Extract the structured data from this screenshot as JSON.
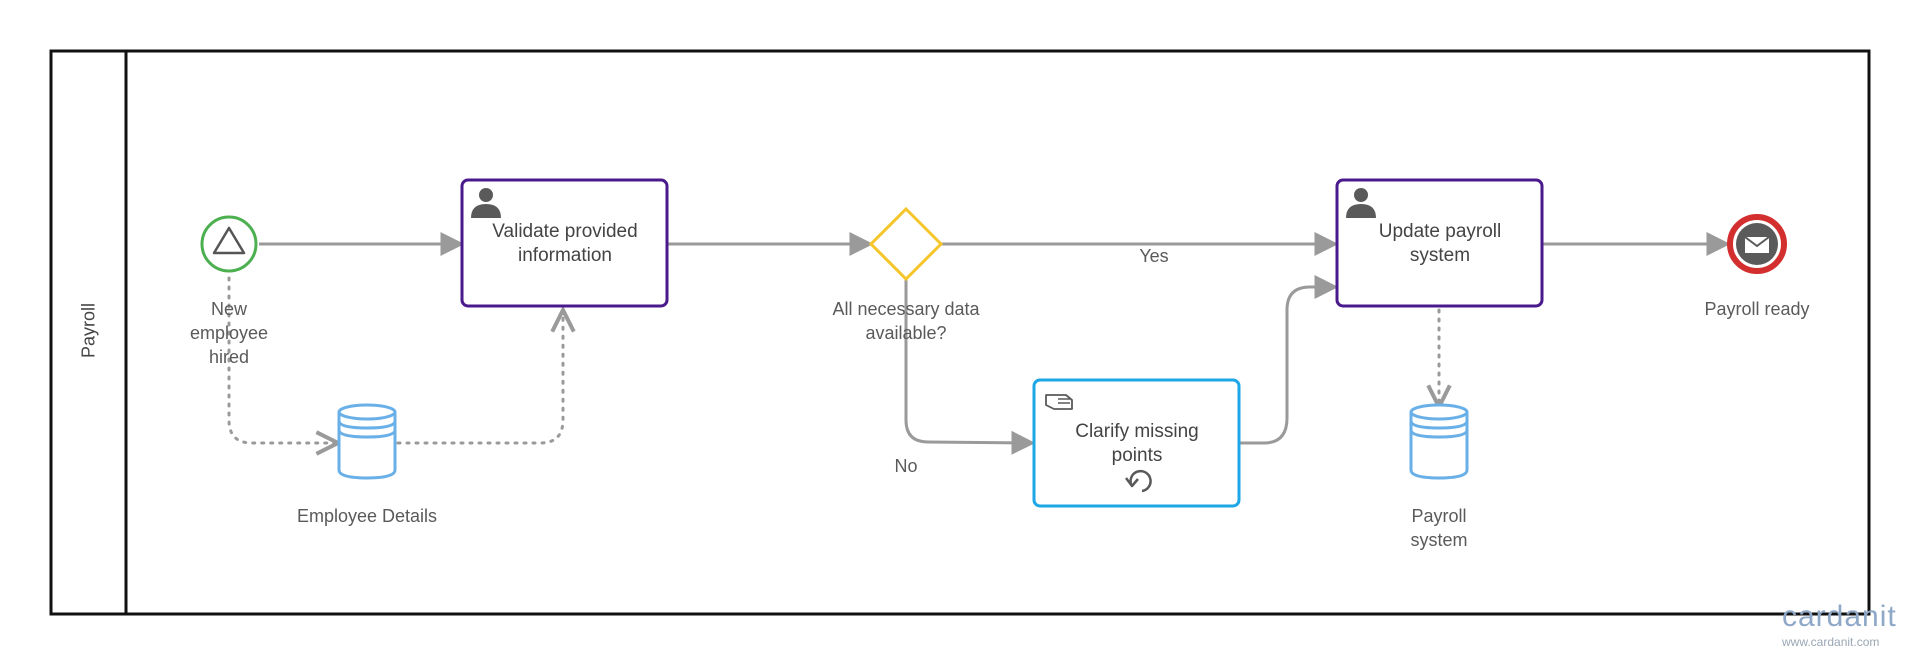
{
  "pool": {
    "label": "Payroll"
  },
  "events": {
    "start": {
      "label": "New\nemployee\nhired",
      "color": "#4caf50",
      "icon": "triangle-icon"
    },
    "end": {
      "label": "Payroll ready",
      "color": "#d32f2f",
      "icon": "envelope-icon"
    }
  },
  "tasks": {
    "validate": {
      "label": "Validate provided information",
      "color": "#4a1a8c",
      "icon": "user-icon"
    },
    "update": {
      "label": "Update payroll system",
      "color": "#4a1a8c",
      "icon": "user-icon"
    },
    "clarify": {
      "label": "Clarify missing points",
      "color": "#1ea7e6",
      "icon": "hand-icon",
      "marker": "loop-icon"
    }
  },
  "gateway": {
    "label": "All necessary data available?",
    "color": "#f5c52a"
  },
  "flows": {
    "yes": "Yes",
    "no": "No"
  },
  "data_stores": {
    "employee": {
      "label": "Employee Details",
      "color": "#6ab0e8"
    },
    "payroll": {
      "label": "Payroll\nsystem",
      "color": "#6ab0e8"
    }
  },
  "watermark": {
    "logo": "cardanit",
    "url": "www.cardanit.com"
  }
}
